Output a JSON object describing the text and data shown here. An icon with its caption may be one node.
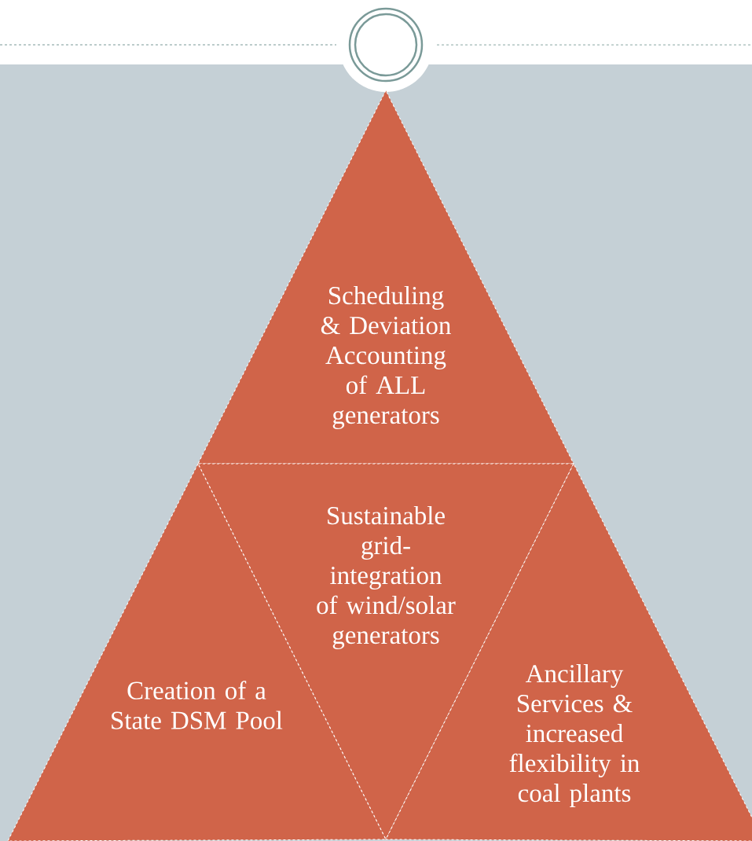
{
  "diagram": {
    "nodes": [
      {
        "text": [
          "Scheduling & Deviation Accounting of ALL generators"
        ]
      },
      {
        "text": [
          "Sustainable grid-integration of wind/solar generators"
        ]
      },
      {
        "text": [
          "Creation of a State DSM Pool"
        ]
      },
      {
        "text": [
          "Ancillary Services & increased flexibility in coal plants"
        ]
      }
    ]
  }
}
